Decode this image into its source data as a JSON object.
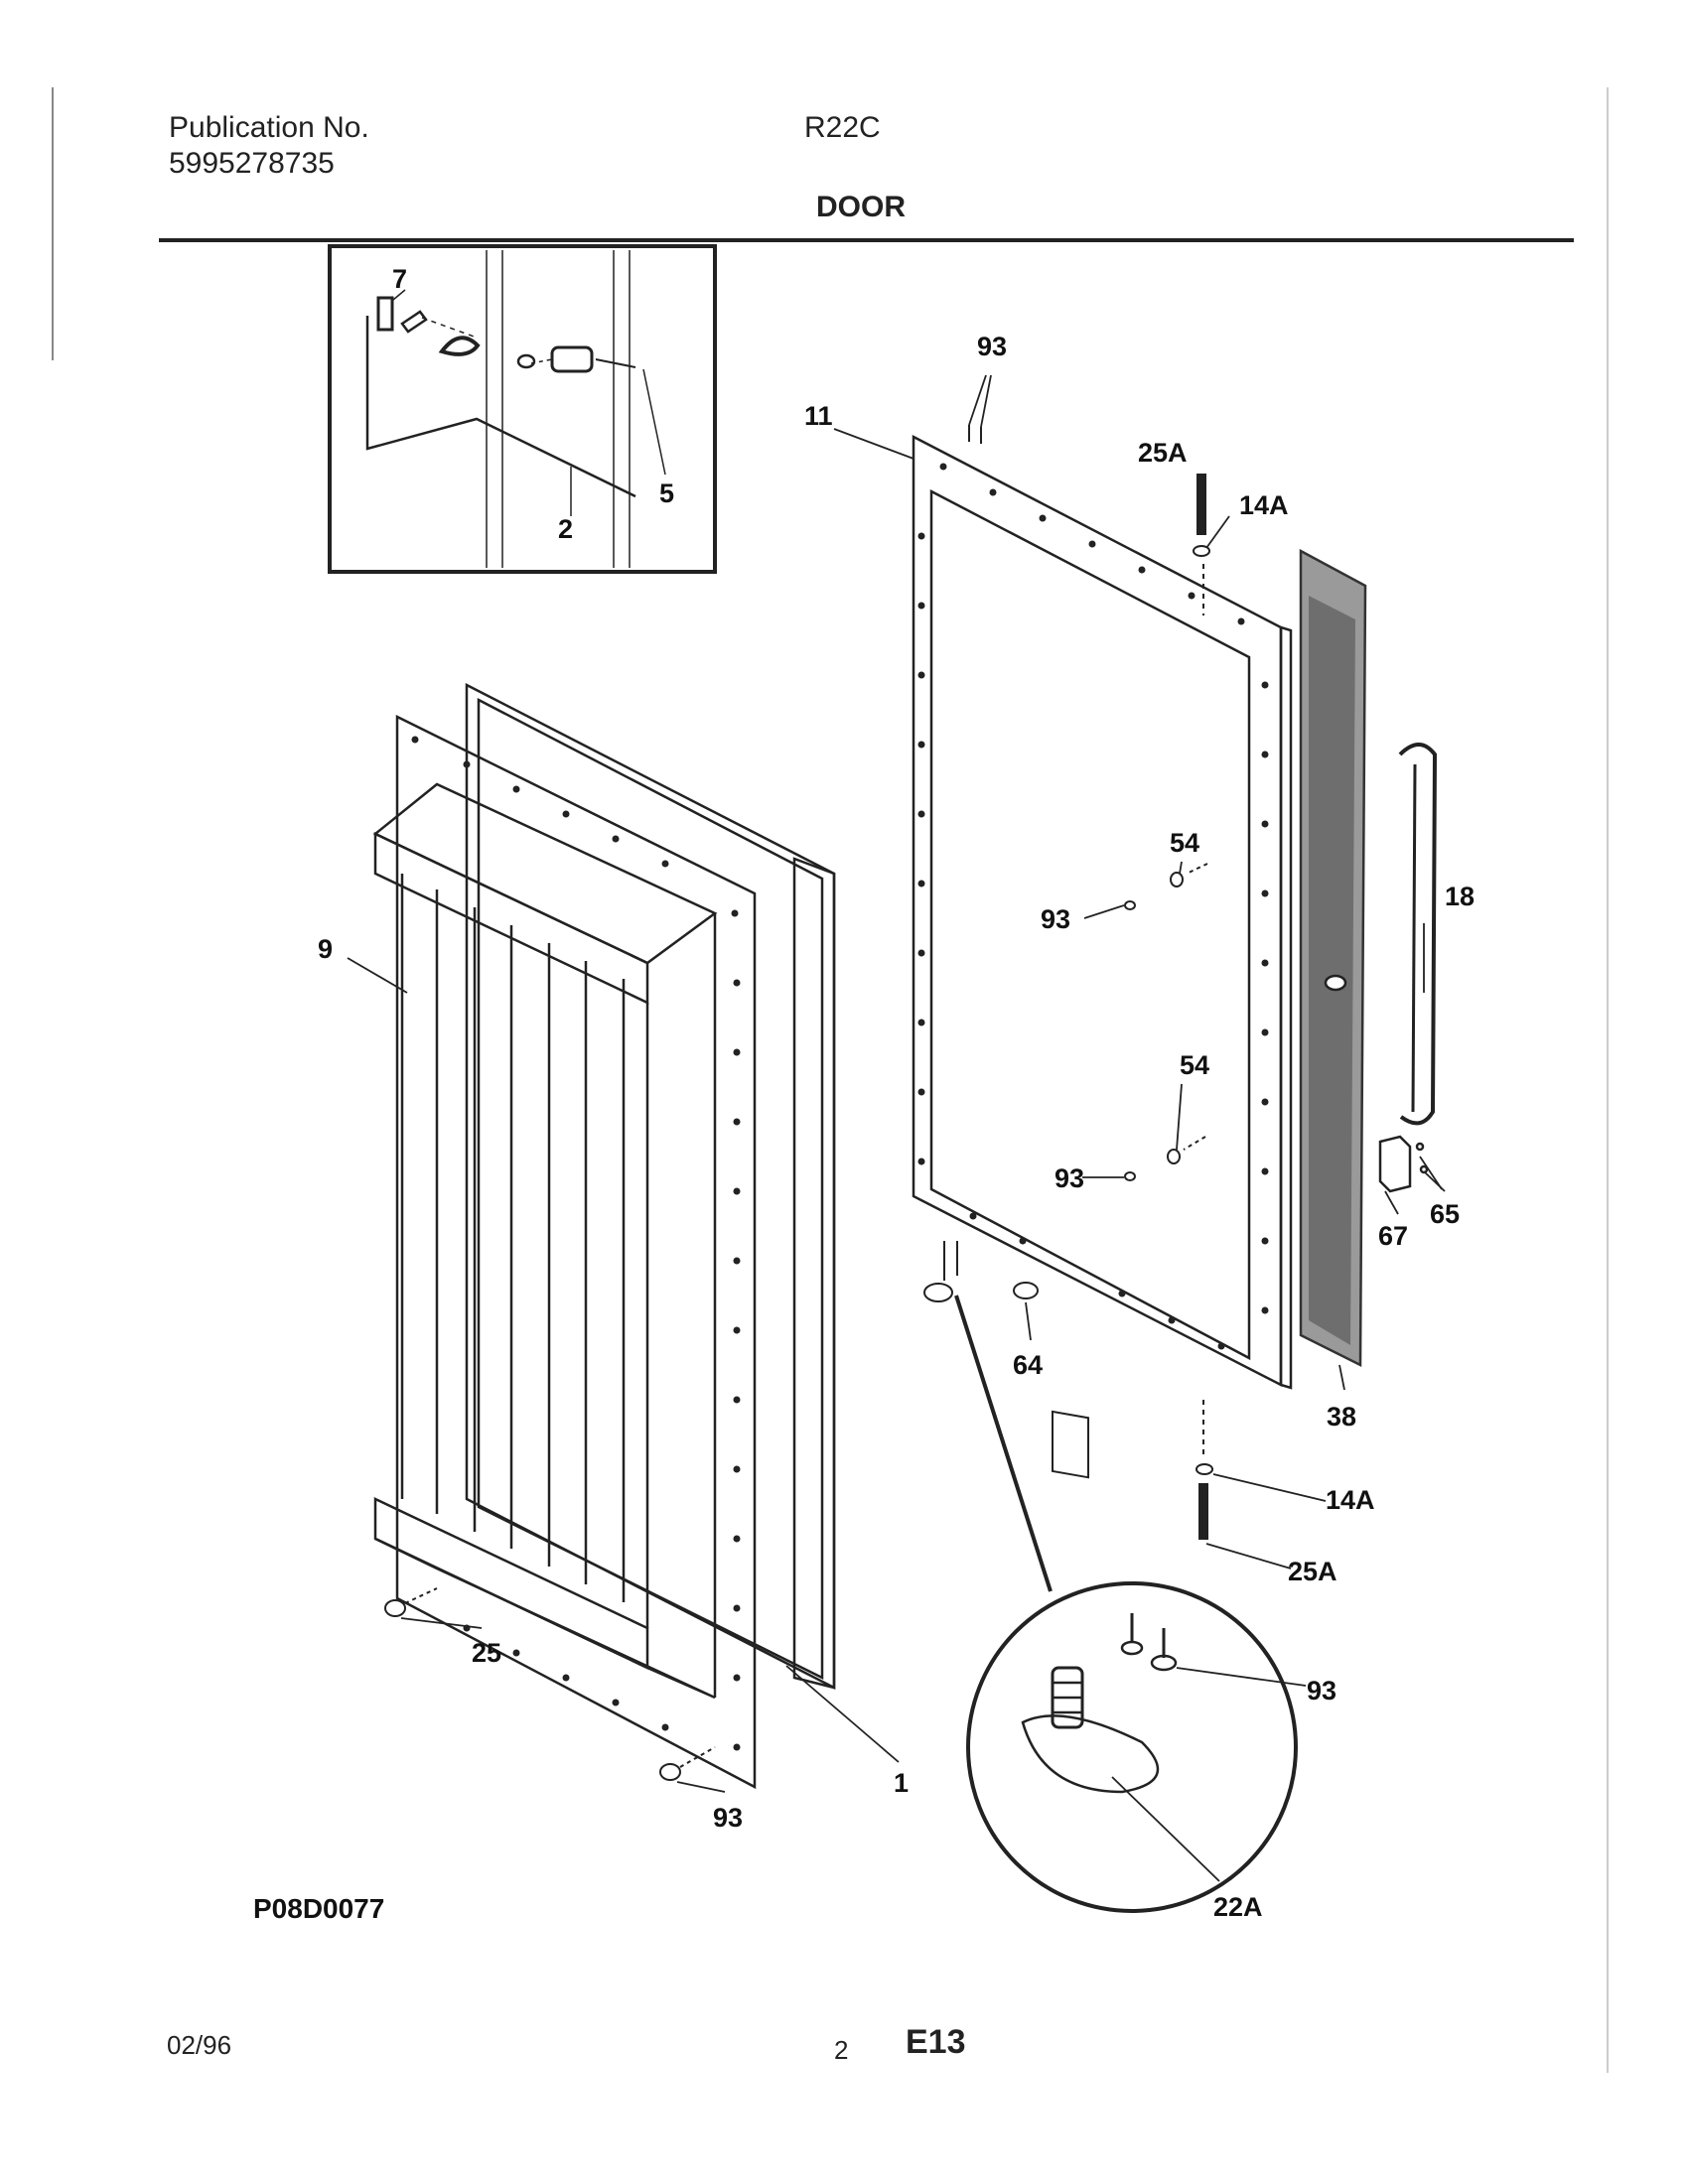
{
  "header": {
    "publication_label": "Publication No.",
    "publication_number": "5995278735",
    "model": "R22C",
    "section_title": "DOOR"
  },
  "diagram": {
    "drawing_code": "P08D0077",
    "callouts": {
      "c7": "7",
      "c2": "2",
      "c5": "5",
      "c93_top": "93",
      "c11": "11",
      "c25A_top": "25A",
      "c14A_top": "14A",
      "c9": "9",
      "c54_upper": "54",
      "c93_mid1": "93",
      "c18": "18",
      "c54_lower": "54",
      "c93_mid2": "93",
      "c65": "65",
      "c67": "67",
      "c64": "64",
      "c38": "38",
      "c14A_bottom": "14A",
      "c25A_bottom": "25A",
      "c25": "25",
      "c93_detail": "93",
      "c1": "1",
      "c93_bottom": "93",
      "c22A": "22A"
    }
  },
  "footer": {
    "date": "02/96",
    "page_number": "2",
    "page_code": "E13"
  }
}
